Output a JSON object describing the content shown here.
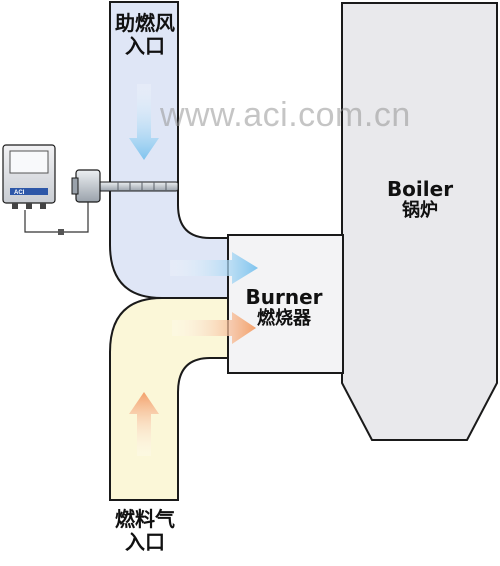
{
  "labels": {
    "air_inlet_line1": "助燃风",
    "air_inlet_line2": "入口",
    "fuel_inlet_line1": "燃料气",
    "fuel_inlet_line2": "入口",
    "boiler_en": "Boiler",
    "boiler_cn": "锅炉",
    "burner_en": "Burner",
    "burner_cn": "燃烧器"
  },
  "watermark": "www.aci.com.cn",
  "transmitter_badge": "ACI",
  "colors": {
    "outline": "#1a1a1a",
    "air_duct_fill": "#dfe6f6",
    "fuel_duct_fill": "#fbf7d8",
    "boiler_fill": "#e9e9ec",
    "burner_fill": "#f3f3f5",
    "air_arrow": "#7ec3ee",
    "fuel_arrow": "#f3a06a",
    "instrument": "#bcc3cc"
  }
}
